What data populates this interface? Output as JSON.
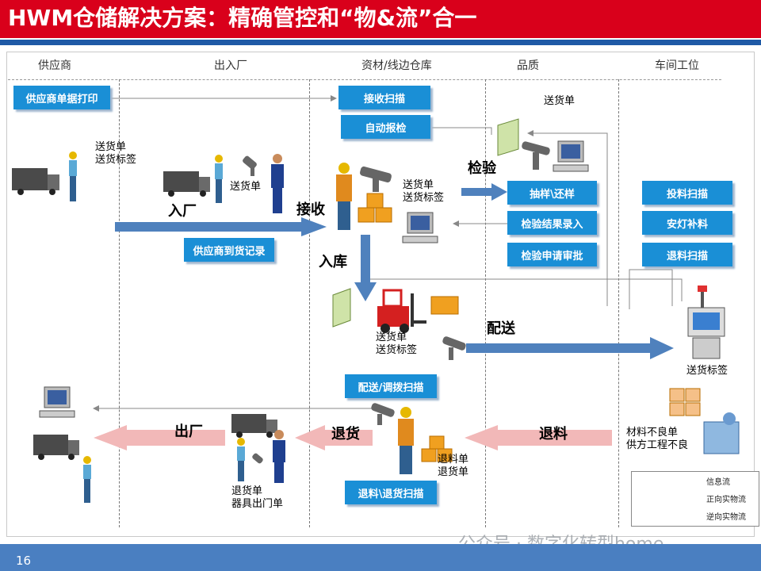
{
  "title": "HWM仓储解决方案：精确管控和“物&流”合一",
  "lanes": {
    "supplier": "供应商",
    "gate": "出入厂",
    "warehouse": "资材/线边仓库",
    "quality": "品质",
    "workshop": "车间工位"
  },
  "buttons": {
    "supplier_print": "供应商单据打印",
    "receive_scan": "接收扫描",
    "auto_inspect": "自动报检",
    "arrival_record": "供应商到货记录",
    "sample_return": "抽样\\还样",
    "result_entry": "检验结果录入",
    "inspect_approve": "检验申请审批",
    "feed_scan": "投料扫描",
    "andon_replenish": "安灯补料",
    "return_material_scan": "退料扫描",
    "dispatch_scan": "配送/调拨扫描",
    "return_goods_scan": "退料\\退货扫描"
  },
  "flow_labels": {
    "inbound": "入厂",
    "receive": "接收",
    "inspect": "检验",
    "putaway": "入库",
    "dispatch": "配送",
    "outbound": "出厂",
    "return_goods": "退货",
    "return_material": "退料"
  },
  "doc_labels": {
    "supplier_docs": "送货单\n送货标签",
    "gate_doc": "送货单",
    "quality_doc": "送货单",
    "receive_docs": "送货单\n送货标签",
    "forklift_docs": "送货单\n送货标签",
    "station_tag": "送货标签",
    "defect_docs": "材料不良单\n供方工程不良",
    "return_docs": "退料单\n退货单",
    "exit_docs": "退货单\n器具出门单"
  },
  "legend": {
    "info": "信息流",
    "forward": "正向实物流",
    "reverse": "逆向实物流"
  },
  "colors": {
    "title_bg": "#d9001b",
    "button_bg": "#1a8fd6",
    "forward_arrow": "#4f81bd",
    "reverse_arrow": "#f2b8b8"
  },
  "page_number": "16",
  "watermark": "公众号 · 数字化转型home"
}
